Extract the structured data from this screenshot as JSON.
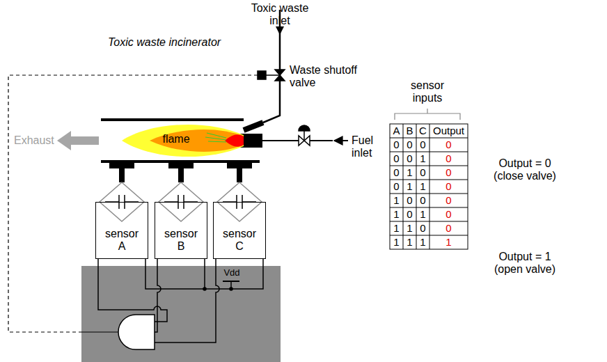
{
  "diagram": {
    "title": "Toxic waste incinerator",
    "nodes": [
      {
        "text": [
          "flame"
        ]
      },
      {
        "text": [
          "sensor A"
        ]
      },
      {
        "text": [
          "sensor B"
        ]
      },
      {
        "text": [
          "sensor C"
        ]
      }
    ],
    "labels": [
      "Toxic waste inlet",
      "Waste shutoff valve",
      "Exhaust",
      "Fuel inlet",
      "Vdd",
      "sensor inputs",
      "A",
      "B",
      "C",
      "Output",
      "0",
      "0",
      "0",
      "0",
      "0",
      "0",
      "1",
      "0",
      "0",
      "1",
      "0",
      "0",
      "0",
      "1",
      "1",
      "0",
      "1",
      "0",
      "0",
      "0",
      "1",
      "0",
      "1",
      "0",
      "1",
      "1",
      "0",
      "0",
      "1",
      "1",
      "1",
      "1",
      "Output = 0 (close valve)",
      "Output = 1 (open valve)"
    ]
  }
}
